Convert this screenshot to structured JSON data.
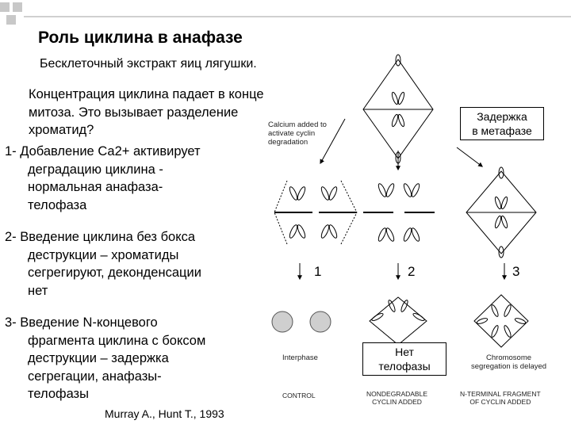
{
  "slide": {
    "title": "Роль циклина в анафазе",
    "subtitle": "Бесклеточный экстракт яиц лягушки.",
    "question_lines": [
      "Концентрация циклина падает в конце",
      "митоза. Это вызывает разделение",
      "хроматид?"
    ],
    "point1_lines": [
      "1- Добавление Са2+ активирует",
      "деградацию циклина -",
      "нормальная анафаза-",
      "телофаза"
    ],
    "point2_lines": [
      "2- Введение циклина без бокса",
      "деструкции – хроматиды",
      "сегрегируют, деконденсации",
      "нет"
    ],
    "point3_lines": [
      "3- Введение N-концевого",
      "фрагмента циклина с боксом",
      "деструкции – задержка",
      "сегрегации, анафазы-",
      "телофазы"
    ],
    "reference": "Murray A., Hunt T., 1993"
  },
  "figure": {
    "calcium_note_lines": [
      "Calcium added to",
      "activate cyclin",
      "degradation"
    ],
    "delay_callout_lines": [
      "Задержка",
      "в метафазе"
    ],
    "no_telophase_lines": [
      "Нет",
      "телофазы"
    ],
    "column_numbers": [
      "1",
      "2",
      "3"
    ],
    "interphase_label": "Interphase",
    "chromosome_note_lines": [
      "Chromosome",
      "segregation is delayed"
    ],
    "bottom_labels": {
      "control": "CONTROL",
      "nondegradable_lines": [
        "NONDEGRADABLE",
        "CYCLIN ADDED"
      ],
      "nterminal_lines": [
        "N-TERMINAL FRAGMENT",
        "OF CYCLIN ADDED"
      ]
    }
  },
  "theme": {
    "accent_gray": "#c8c8c8",
    "line_color": "#000000"
  }
}
